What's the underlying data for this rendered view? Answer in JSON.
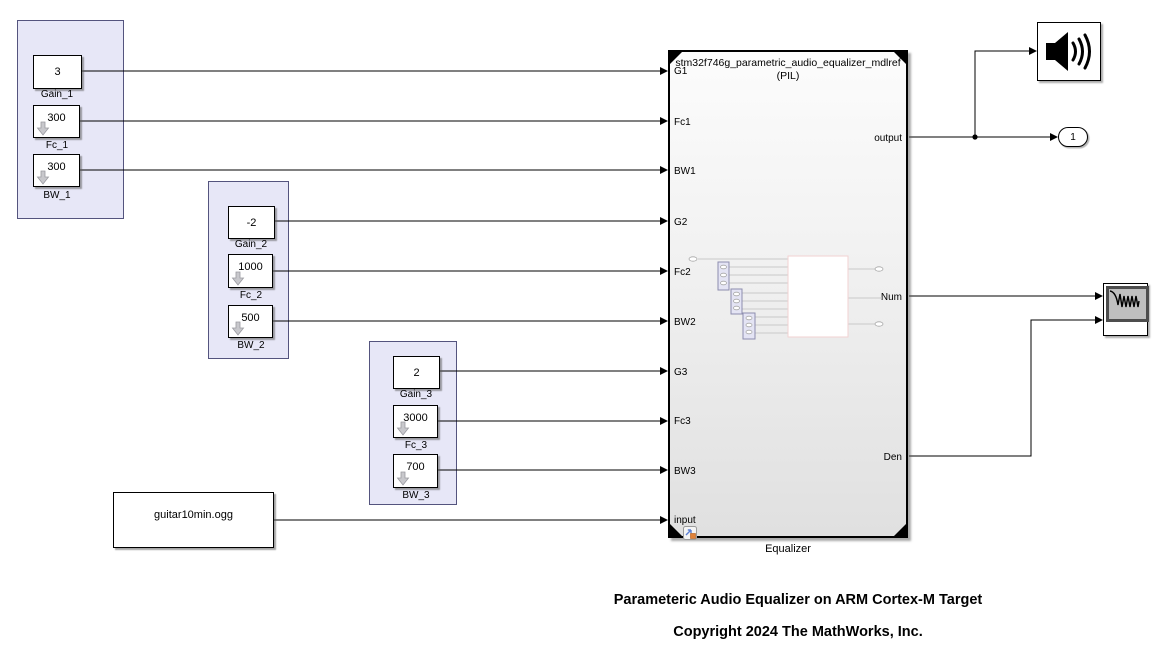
{
  "palette": {
    "background": "#ffffff",
    "area_fill": "#e7e7f7",
    "area_border": "#54547e",
    "block_fill": "#ffffff",
    "line_color": "#000000",
    "preview_line": "#c9c9c9",
    "preview_block_fill": "#e4e4f4",
    "preview_block_border": "#9595b5",
    "preview_filter_border": "#f2d2d2",
    "screen_fill": "#bfbfbf",
    "screen_border": "#4d4d4d",
    "tunable_arrow_gray": "#c8c8cc"
  },
  "groups": [
    {
      "blocks": [
        {
          "value": "3",
          "label": "Gain_1"
        },
        {
          "value": "300",
          "label": "Fc_1"
        },
        {
          "value": "300",
          "label": "BW_1"
        }
      ]
    },
    {
      "blocks": [
        {
          "value": "-2",
          "label": "Gain_2"
        },
        {
          "value": "1000",
          "label": "Fc_2"
        },
        {
          "value": "500",
          "label": "BW_2"
        }
      ]
    },
    {
      "blocks": [
        {
          "value": "2",
          "label": "Gain_3"
        },
        {
          "value": "3000",
          "label": "Fc_3"
        },
        {
          "value": "700",
          "label": "BW_3"
        }
      ]
    }
  ],
  "source": {
    "label": "guitar10min.ogg"
  },
  "equalizer": {
    "title": "stm32f746g_parametric_audio_equalizer_mdlref",
    "subtitle": "(PIL)",
    "name": "Equalizer",
    "inputs": [
      "G1",
      "Fc1",
      "BW1",
      "G2",
      "Fc2",
      "BW2",
      "G3",
      "Fc3",
      "BW3",
      "input"
    ],
    "outputs": [
      "output",
      "Num",
      "Den"
    ]
  },
  "outport": {
    "label": "1"
  },
  "icons": {
    "speaker": "audio-device-writer-speaker-icon",
    "filter_scope": "filter-visualizer-icon",
    "tunable": "tunable-parameter-down-arrow-icon",
    "badge": "model-instance-badge-icon"
  },
  "annotations": {
    "title": "Parameteric Audio Equalizer on ARM Cortex-M Target",
    "copyright": "Copyright 2024 The MathWorks, Inc."
  }
}
